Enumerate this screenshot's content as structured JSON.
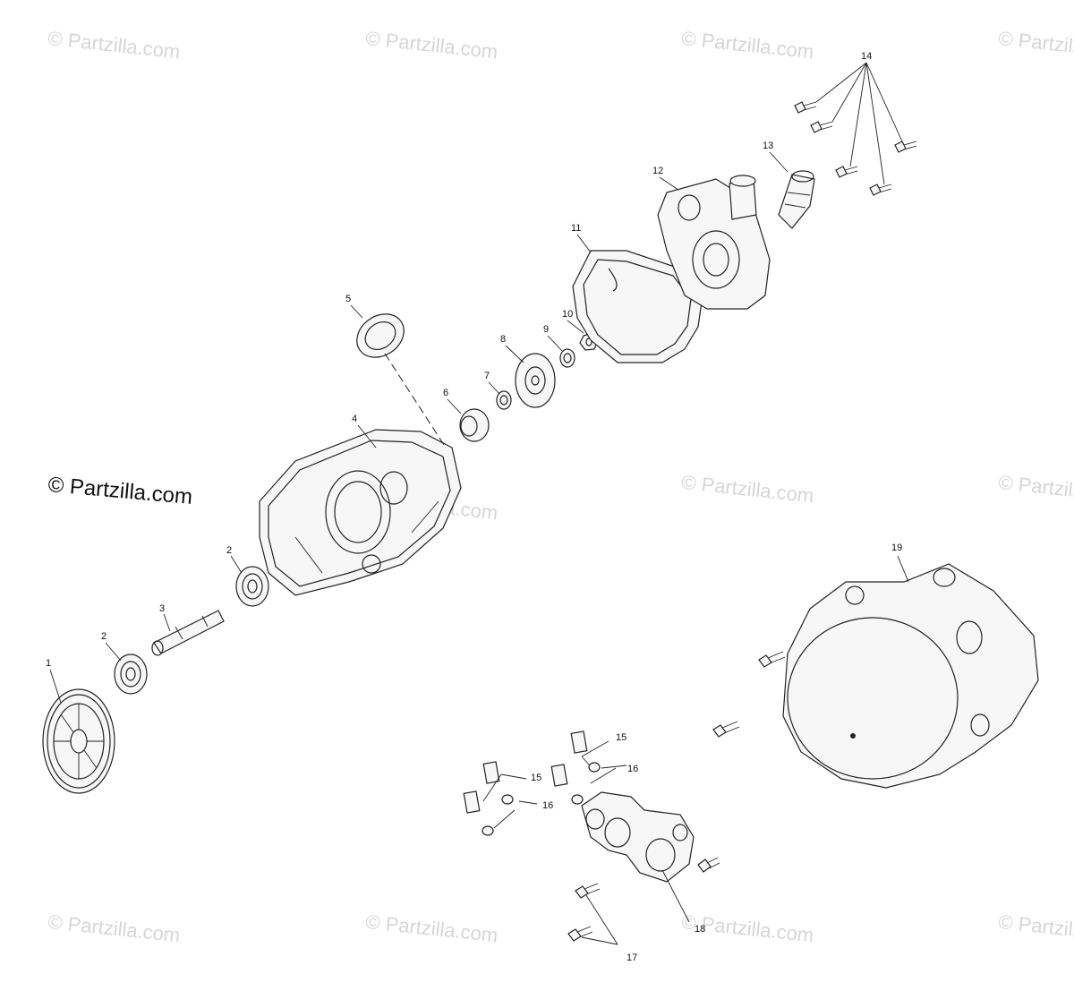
{
  "diagram": {
    "watermark_text": "© Partzilla.com",
    "brand_text": "© Partzilla.com",
    "callouts": {
      "c1": "1",
      "c2a": "2",
      "c2b": "2",
      "c3": "3",
      "c4": "4",
      "c5": "5",
      "c6": "6",
      "c7": "7",
      "c8": "8",
      "c9": "9",
      "c10": "10",
      "c11": "11",
      "c12": "12",
      "c13": "13",
      "c14": "14",
      "c15a": "15",
      "c15b": "15",
      "c16a": "16",
      "c16b": "16",
      "c17": "17",
      "c18": "18",
      "c19": "19"
    }
  }
}
